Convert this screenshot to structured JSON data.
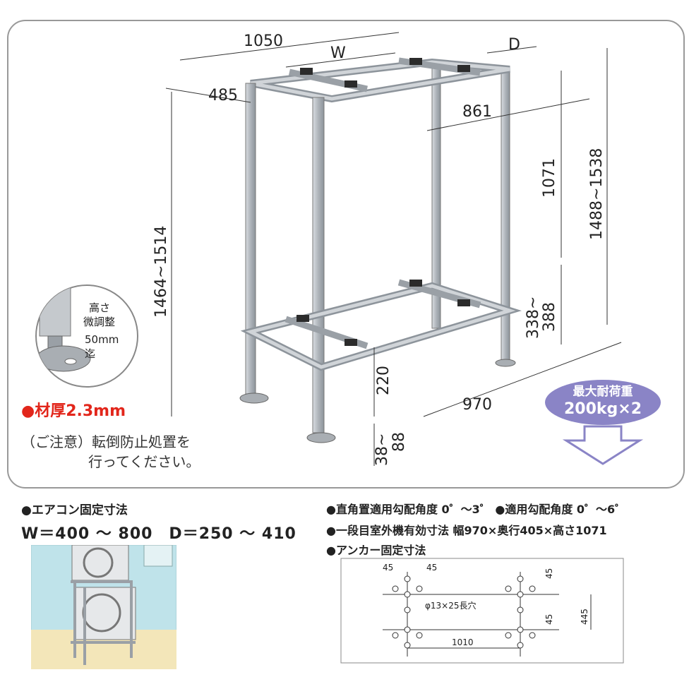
{
  "dims": {
    "width_total": "1050",
    "w_label": "W",
    "d_label": "D",
    "depth_total": "485",
    "inner_width": "861",
    "upper_height": "1071",
    "height_right": "1488~1538",
    "height_left": "1464~1514",
    "tier_gap_a": "338~",
    "tier_gap_b": "388",
    "bottom_width": "970",
    "leg_height": "220",
    "foot_range_a": "38~",
    "foot_range_b": "88"
  },
  "inset": {
    "line1": "高さ",
    "line2": "微調整",
    "line3": "50mm",
    "line4": "迄"
  },
  "thickness": "●材厚2.3mm",
  "caution": {
    "line1": "（ご注意）転倒防止処置を",
    "line2": "行ってください。"
  },
  "load_badge": {
    "title": "最大耐荷重",
    "value": "200kg×2"
  },
  "aircon": {
    "title": "●エアコン固定寸法",
    "spec": "W＝400 ～ 800　D＝250 ～ 410"
  },
  "right_specs": {
    "angle_line": "●直角置適用勾配角度 0゜～3゜ ●適用勾配角度 0゜～6゜",
    "effective_line": "●一段目室外機有効寸法 幅970×奥行405×高さ1071",
    "anchor_title": "●アンカー固定寸法"
  },
  "anchor": {
    "dim_45_a": "45",
    "dim_45_b": "45",
    "dim_45_c": "45",
    "dim_45_d": "45",
    "dim_445": "445",
    "dim_1010": "1010",
    "hole_label": "φ13×25長穴"
  },
  "colors": {
    "frame": "#b9bec4",
    "frame_dark": "#7e858c",
    "accent": "#e2261b",
    "badge": "#8a84c6"
  }
}
